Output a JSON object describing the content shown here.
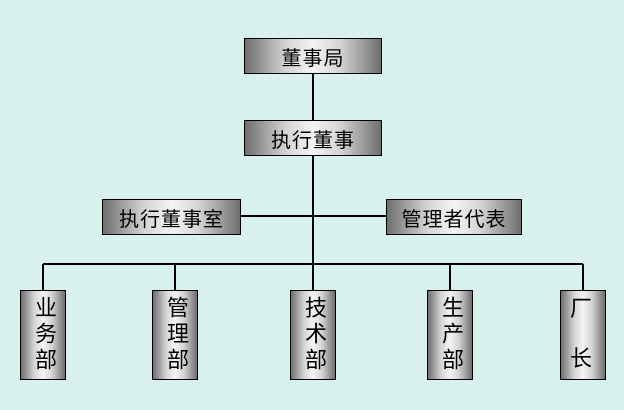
{
  "diagram": {
    "top": "董事局",
    "executive": "执行董事",
    "left_office": "执行董事室",
    "right_office": "管理者代表",
    "departments": [
      "业务部",
      "管理部",
      "技术部",
      "生产部",
      "厂长"
    ]
  },
  "colors": {
    "background": "#d9f1ee",
    "line": "#000000",
    "box_border": "#000000",
    "box_dark": "#6f6f6f",
    "box_light": "#f4f4f4"
  }
}
